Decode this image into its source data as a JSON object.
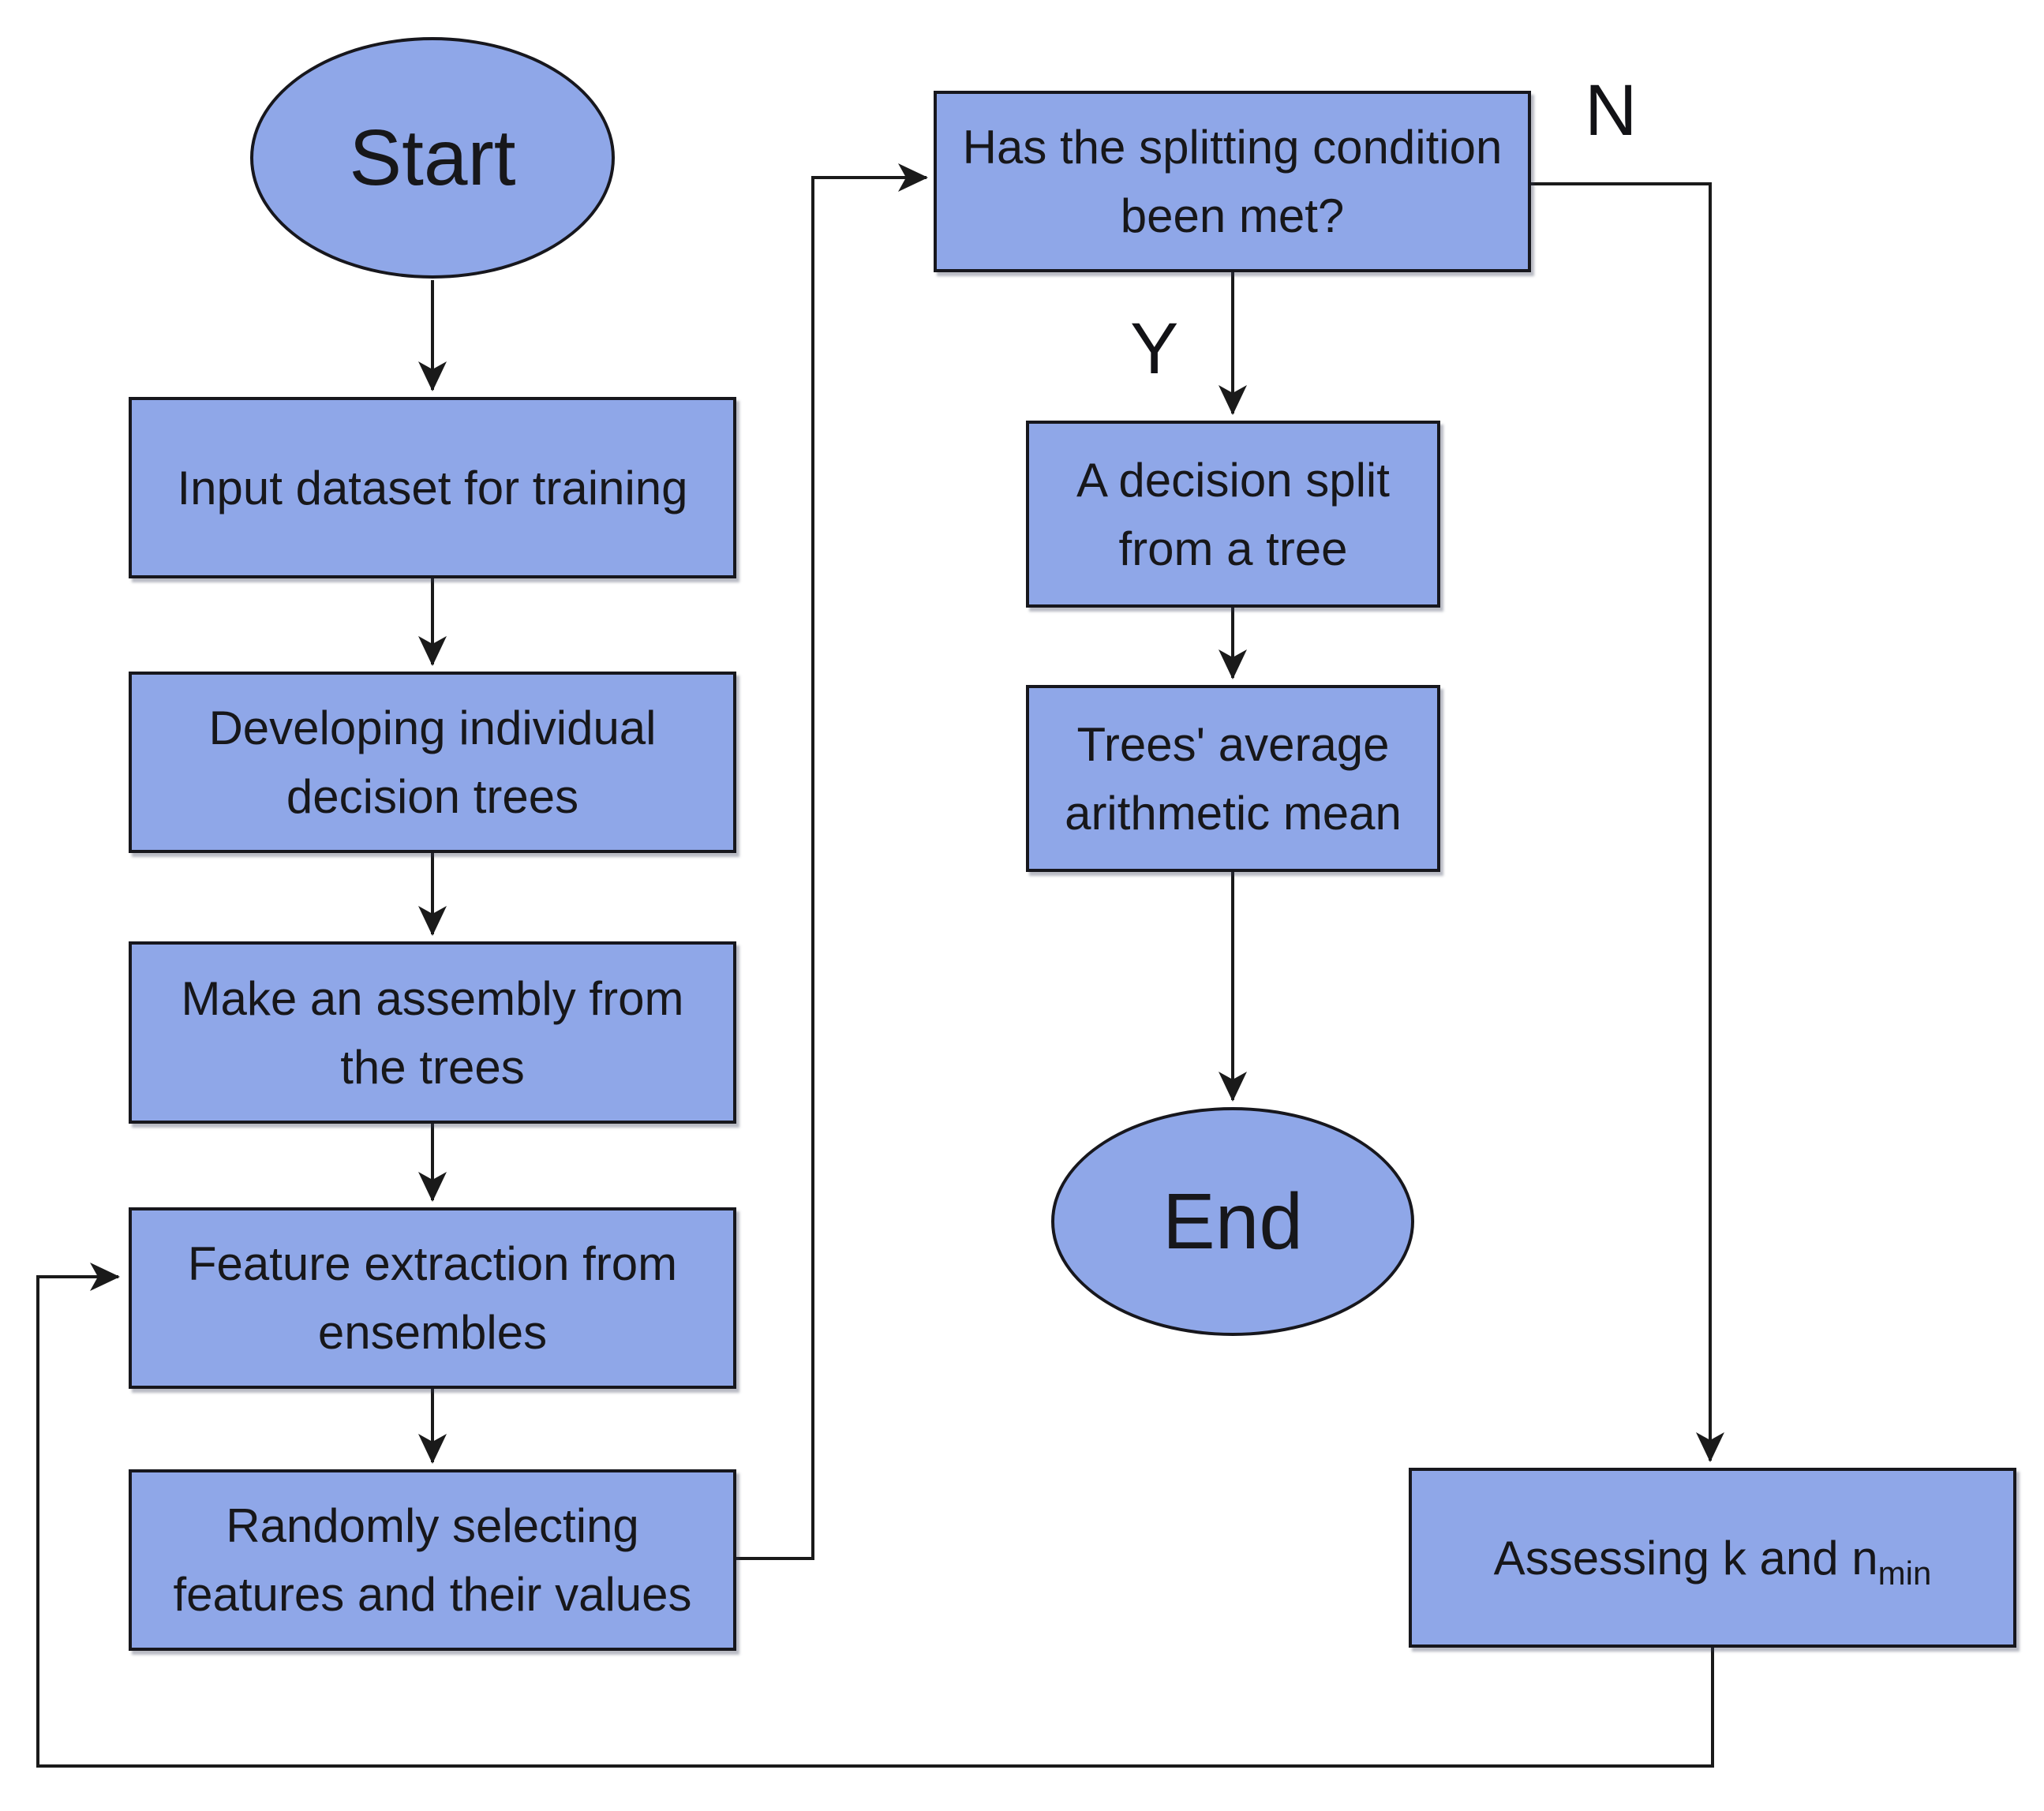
{
  "flowchart": {
    "description": "Flowchart of a random-forest style training procedure",
    "colors": {
      "node_fill": "#8FA7E8",
      "node_border": "#17171d",
      "connector": "#1a1a1a",
      "text": "#17171a",
      "background": "#ffffff"
    },
    "nodes": [
      {
        "id": "start",
        "type": "terminator",
        "label": "Start"
      },
      {
        "id": "input",
        "type": "process",
        "label": "Input dataset for training"
      },
      {
        "id": "develop",
        "type": "process",
        "label": "Developing individual decision trees"
      },
      {
        "id": "assembly",
        "type": "process",
        "label": "Make an assembly from the trees"
      },
      {
        "id": "feature",
        "type": "process",
        "label": "Feature extraction from ensembles"
      },
      {
        "id": "random",
        "type": "process",
        "label": "Randomly selecting features and their values"
      },
      {
        "id": "split_question",
        "type": "process",
        "label": "Has the splitting condition been met?"
      },
      {
        "id": "decision_split",
        "type": "process",
        "label": "A decision split from a tree"
      },
      {
        "id": "trees_mean",
        "type": "process",
        "label": "Trees' average arithmetic mean"
      },
      {
        "id": "end",
        "type": "terminator",
        "label": "End"
      },
      {
        "id": "assess",
        "type": "process",
        "label_main": "Assessing k and n",
        "label_sub": "min"
      }
    ],
    "edge_labels": {
      "yes": "Y",
      "no": "N"
    },
    "edges": [
      {
        "from": "start",
        "to": "input"
      },
      {
        "from": "input",
        "to": "develop"
      },
      {
        "from": "develop",
        "to": "assembly"
      },
      {
        "from": "assembly",
        "to": "feature"
      },
      {
        "from": "feature",
        "to": "random"
      },
      {
        "from": "random",
        "to": "split_question"
      },
      {
        "from": "split_question",
        "to": "decision_split",
        "label": "Y"
      },
      {
        "from": "decision_split",
        "to": "trees_mean"
      },
      {
        "from": "trees_mean",
        "to": "end"
      },
      {
        "from": "split_question",
        "to": "assess",
        "label": "N"
      },
      {
        "from": "assess",
        "to": "feature"
      }
    ]
  }
}
